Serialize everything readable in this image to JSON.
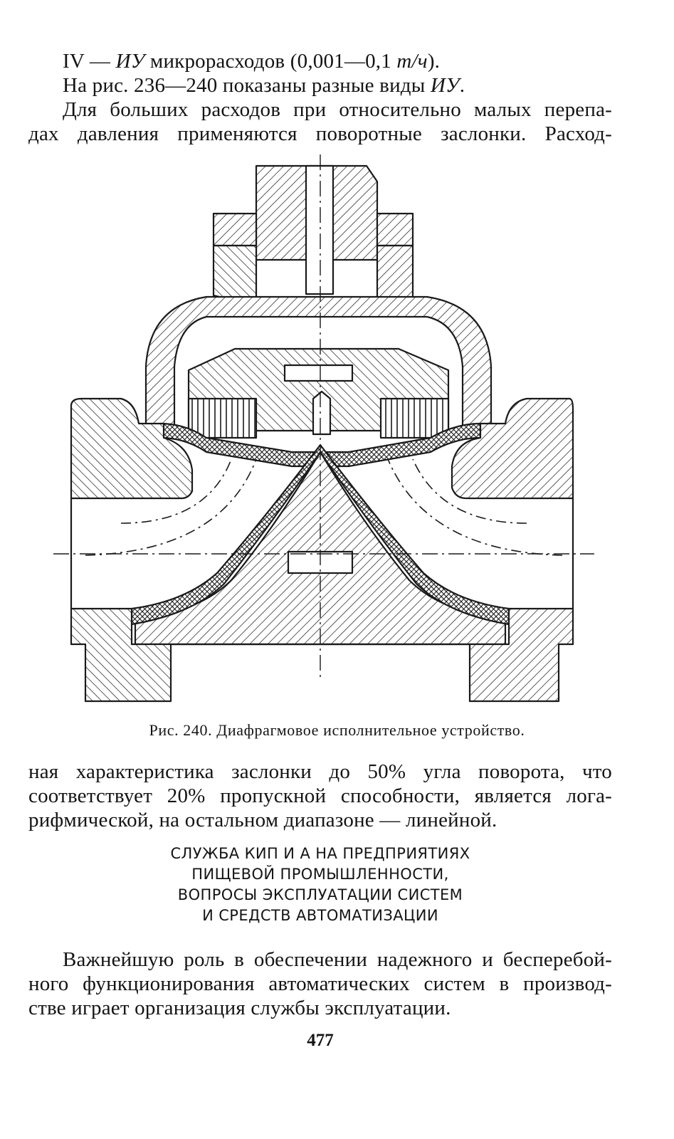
{
  "top_lines": [
    {
      "a": "IV — ",
      "b": "ИУ",
      "c": " микрорасходов (0,001—0,1 ",
      "d": "т/ч",
      "e": ")."
    },
    {
      "a": "На рис. 236—240 показаны разные виды ",
      "b": "ИУ",
      "c": "."
    },
    {
      "text": "Для больших расходов при относительно малых перепа-"
    },
    {
      "text": "дах давления применяются поворотные заслонки. Расход-"
    }
  ],
  "figure": {
    "caption": "Рис. 240. Диафрагмовое исполнительное устройство."
  },
  "continuation_lines": [
    "ная характеристика заслонки до 50% угла поворота, что",
    "соответствует 20% пропускной способности, является лога-",
    "рифмической, на остальном диапазоне — линейной."
  ],
  "section_heading": [
    "СЛУЖБА КИП И А НА ПРЕДПРИЯТИЯХ",
    "ПИЩЕВОЙ ПРОМЫШЛЕННОСТИ,",
    "ВОПРОСЫ ЭКСПЛУАТАЦИИ СИСТЕМ",
    "И СРЕДСТВ АВТОМАТИЗАЦИИ"
  ],
  "paragraph_lines": [
    "Важнейшую роль в обеспечении надежного и бесперебой-",
    "ного функционирования автоматических систем в производ-",
    "стве играет организация службы эксплуатации."
  ],
  "page_number": "477"
}
